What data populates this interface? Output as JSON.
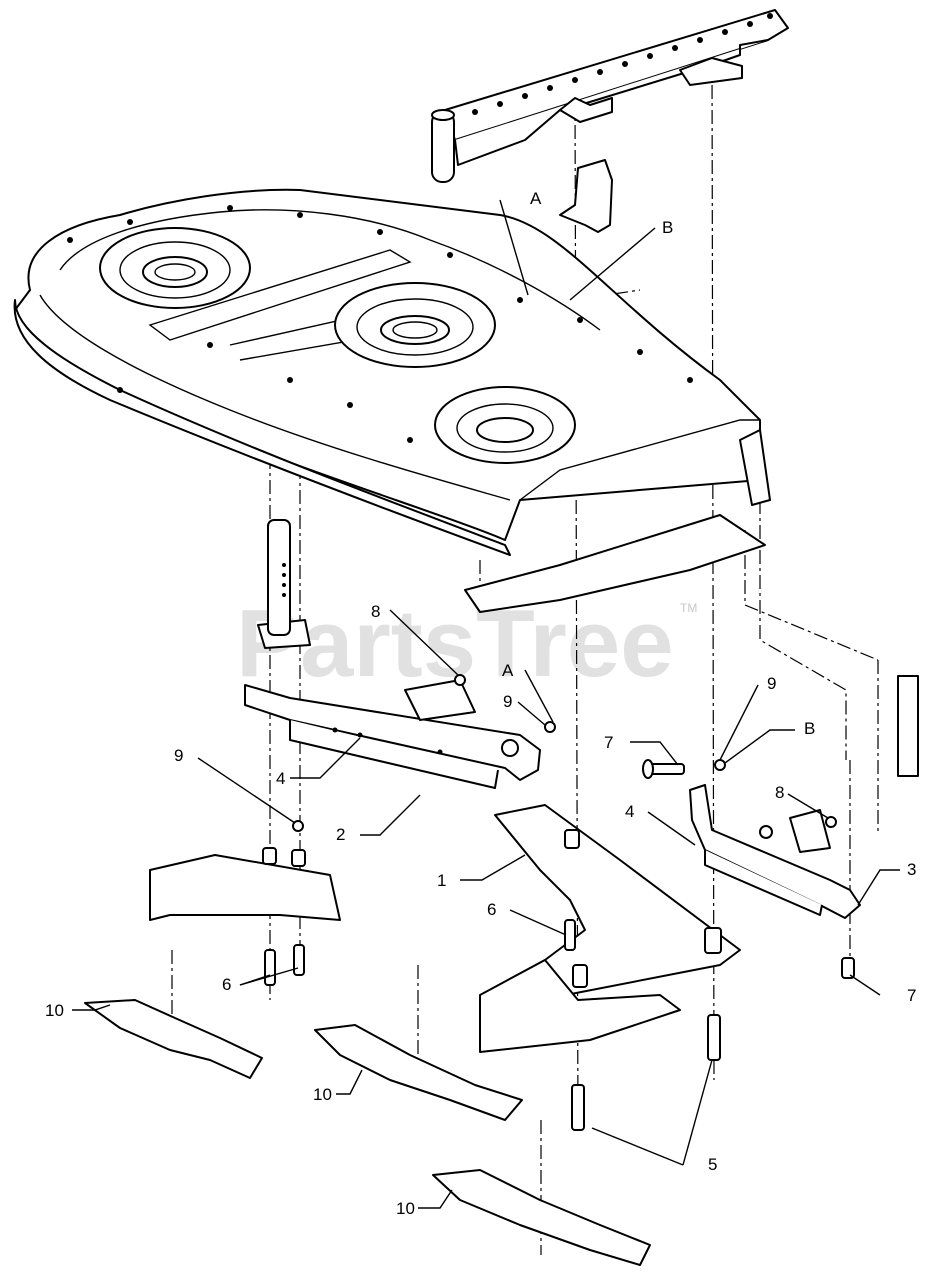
{
  "watermark": {
    "text": "PartsTree",
    "trademark": "TM"
  },
  "callouts": [
    "A",
    "B",
    "8",
    "A",
    "9",
    "9",
    "4",
    "2",
    "9",
    "B",
    "7",
    "8",
    "4",
    "3",
    "1",
    "6",
    "6",
    "7",
    "10",
    "10",
    "5",
    "10"
  ]
}
